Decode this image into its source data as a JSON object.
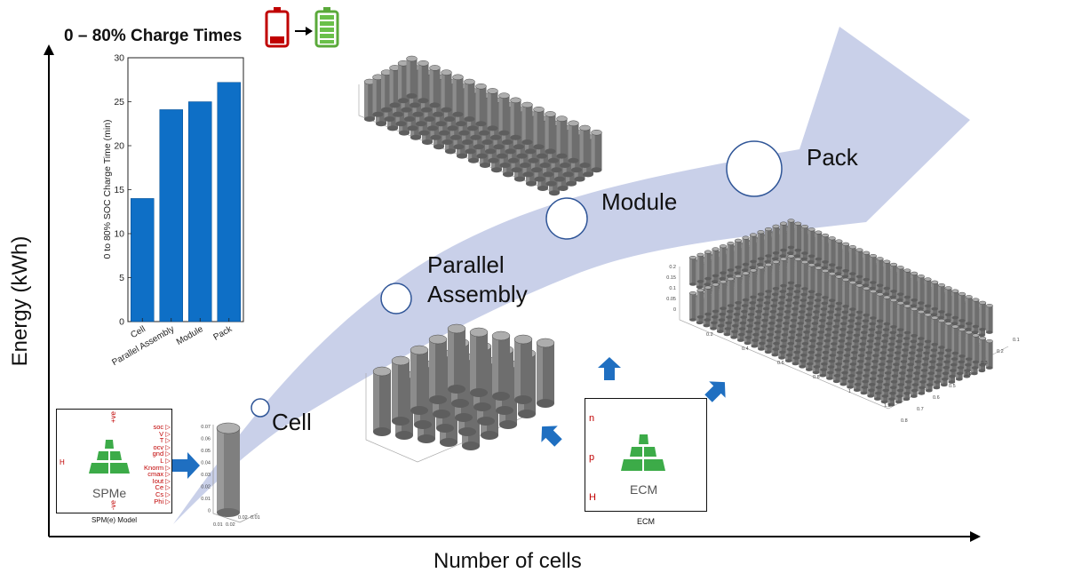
{
  "title": "0 – 80% Charge Times",
  "axes": {
    "y_label": "Energy (kWh)",
    "x_label": "Number of cells"
  },
  "stages": [
    {
      "key": "cell",
      "label": "Cell"
    },
    {
      "key": "parallel",
      "label_line1": "Parallel",
      "label_line2": "Assembly"
    },
    {
      "key": "module",
      "label": "Module"
    },
    {
      "key": "pack",
      "label": "Pack"
    }
  ],
  "spm_block": {
    "name": "SPMe",
    "caption": "SPM(e) Model",
    "top_port": "+ve",
    "bottom_port": "-ve",
    "left_port": "H",
    "outputs": [
      "soc",
      "V",
      "T",
      "ocv",
      "gnd",
      "L",
      "Knorm",
      "cmax",
      "Iout",
      "Ce",
      "Cs",
      "Phi"
    ]
  },
  "ecm_block": {
    "name": "ECM",
    "caption": "ECM",
    "ports": [
      "n",
      "p",
      "H"
    ]
  },
  "colors": {
    "bar": "#0e6fc6",
    "arrow": "#c9d0e9",
    "arrow_blue": "#1f6fc1",
    "logo_green": "#3cab48",
    "port_red": "#c00000"
  },
  "chart_data": {
    "type": "bar",
    "categories": [
      "Cell",
      "Parallel Assembly",
      "Module",
      "Pack"
    ],
    "values": [
      14,
      24.1,
      25,
      27.2
    ],
    "ylabel": "0 to 80% SOC Charge Time (min)",
    "ylim": [
      0,
      30
    ],
    "yticks": [
      0,
      5,
      10,
      15,
      20,
      25,
      30
    ],
    "grid": false
  },
  "axis_ticks": {
    "cell_z": [
      "0.07",
      "0.06",
      "0.05",
      "0.04",
      "0.03",
      "0.02",
      "0.01",
      "0"
    ],
    "cell_x": [
      "0.01",
      "0.02",
      "0.02",
      "0.01"
    ],
    "pack_z": [
      "0.2",
      "0.15",
      "0.1",
      "0.05",
      "0"
    ],
    "pack_x": [
      "0.2",
      "0.4",
      "0.6",
      "0.8",
      "1",
      "1.2"
    ],
    "pack_y": [
      "0.1",
      "0.2",
      "0.3",
      "0.4",
      "0.5",
      "0.6",
      "0.7",
      "0.8"
    ]
  }
}
